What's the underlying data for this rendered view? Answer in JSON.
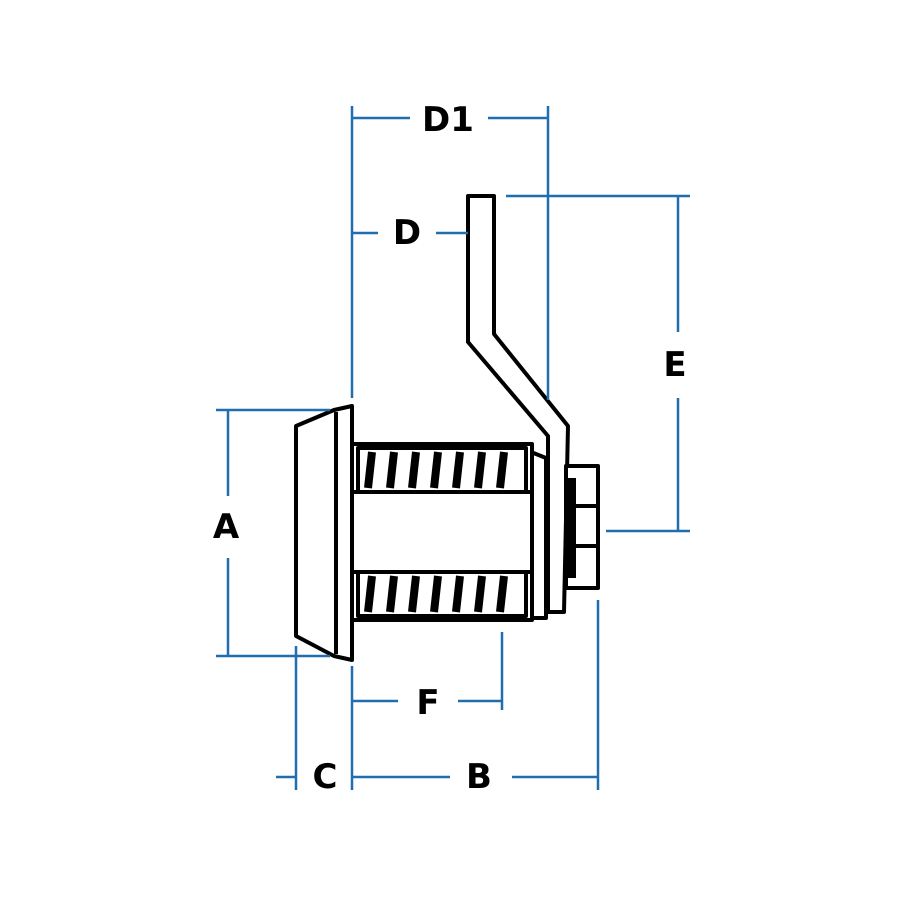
{
  "diagram": {
    "labels": {
      "a": "A",
      "b": "B",
      "c": "C",
      "d": "D",
      "d1": "D1",
      "e": "E",
      "f": "F"
    },
    "colors": {
      "dimension_line": "#1f6fb0",
      "outline": "#000000",
      "background": "#ffffff"
    }
  }
}
